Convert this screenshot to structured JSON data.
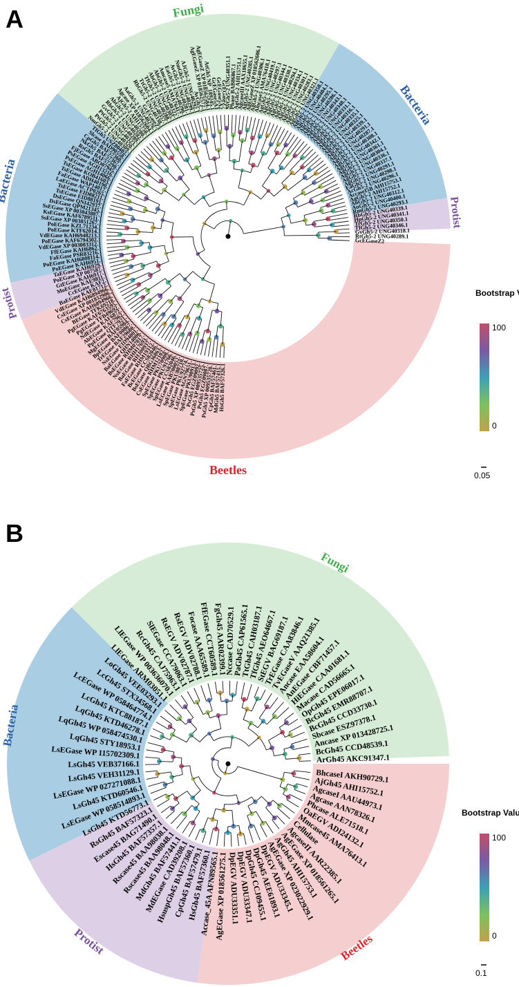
{
  "panel_a": {
    "label": "A",
    "groups": [
      {
        "name": "Fungi",
        "color": "#3fb04a",
        "bg": "#d6ecd6"
      },
      {
        "name": "Bacteria",
        "color": "#2f62a8",
        "bg": "#a9cde3"
      },
      {
        "name": "Protist",
        "color": "#7a4fa0",
        "bg": "#ddd0e6"
      },
      {
        "name": "Beetles",
        "color": "#e0232a",
        "bg": "#f5cfcf"
      }
    ],
    "scale_label": "0.05",
    "legend": {
      "title": "Bootstrap Value",
      "max": "100",
      "min": "0"
    },
    "leaves_right": [
      "AtGh5 NP_189245.1",
      "GcEGase5A1",
      "GcEGase5A2",
      "GcEGaseZ7",
      "SvGh5-2 UNG40351.1",
      "Phase BAB86867.1",
      "AgGh5-2 AHI15751.1",
      "AgcaseIII AAX18655.1",
      "AgGh5-2 UNG40285.1",
      "AgEGaseZ XP 018562606.1",
      "AgGh5-2 UNG40306.1",
      "Amcase5 AMA76418.1",
      "AgGh5-2 UNG40419.1",
      "AgGh5-2 UNG40297.1",
      "AgGh5-2 UNG40344.1",
      "AgGh5-2 UNG40330.1",
      "AgGh5-2 UNG40294.1",
      "AgGh5-2 UNG40334.1",
      "AgGh5-2 UNG40301.1",
      "AgGh5-2 UNG40283.1",
      "AgGh5-2 UNG40321.1",
      "AgGh5-2 UNG40358.1",
      "AgGh5-2 UNG40404.1",
      "AgGh5-2 UNG40295.1",
      "AgGh5-2 UNG40286.1",
      "AgGh5-2 UNG40343.1",
      "AgGh5-2 UNG40348.1",
      "AgGh5-2 UNG40331.1",
      "AgGh5-2 UNG40316.1",
      "AgGh5-2 UNG40335.1",
      "AgGh5-2 UNG40325.1",
      "AgGh5-2 UNG40339.1",
      "AgGh5-2 UNG40291.1",
      "AgGh5-2 UNG40287.1",
      "AgGh5-2 UNG40308.1",
      "AgGh5-2 UNG40342.1",
      "AgGh5-2 UNG40361.1",
      "AgGh5-2 UNG40304.1",
      "AgGh5-2 UNG40336.1",
      "AgGh5-2 UNG40337.1",
      "AgGh5-2 UNG40291.1",
      "EaGh5-2 UNG40298.1",
      "AcGh5-2 UNG40296.1",
      "AccaseI5B AHI15753.1",
      "AgGh5-2 AHI15752.1",
      "AnGh5-2 UNG40312.1",
      "AuGh5-2 UNG40400.1",
      "RmGh5-2 UNG40293.1",
      "RbGh5-2 UNG40339.1",
      "HpGh5-2 UNG40341.1",
      "TrGh5-2 UNG40350.1",
      "TfGh5-2 UNG40346.1",
      "GvGh5-2 UNG40318.1",
      "RtGh5-2 UNG40289.1",
      "GcEGaseZ2"
    ],
    "leaves_left": [
      "AgEGaseZ XP 018562584.1",
      "AgEGaseZ XP 018562572.1",
      "AvGh5-2",
      "AJGh5-2 UNG40292.1",
      "NmGh5-2 UNG40299.1",
      "AvGh5-2 UNG40281.1",
      "EaGh5-2 UNG40290.1",
      "Amcase5 AMA76417.1",
      "AbGh5-2 UNG40322.1",
      "AbGh5-2 UNG40305.1",
      "TfGh5-2 UNG40288.1",
      "TtGh5-2 UNG40357.1",
      "RbGh5-2 UNG40338.1",
      "GcEGaseZ3",
      "AaGh5-2 UNG40276.1",
      "Agcase XP 018562604.1",
      "AjGh5-2 AHI15750.1",
      "AbGh5-2 UNG40280.1",
      "RbGh5-2 UNG40282.1",
      "GvGh5-2 UNG40289.1",
      "PtGh5-2 UNG40323.1",
      "PtGh5-2 UNG40320.1",
      "NmGh5-2 UNG40309.1",
      "TfGh5 USZ80402.1",
      "Slcase BAD90558.1",
      "CpGh5 BAF57360.1",
      "NkGh5 BAF57367.1",
      "RsGh5 BAF57290.1",
      "FjEGase ABO07945.1",
      "PsEGase AGH13216.1",
      "PsEGase AGH14066.1",
      "TsEGase KOB41603.1",
      "TsEGase ADH40190.1",
      "FaEGase WAP14017.1",
      "LaEGase ACTP0265.1",
      "TsEGase EID88211.1",
      "TsEGase EID88191.1",
      "DsEGase QNI42937.1",
      "DsEGase QPM21345.1",
      "SsEGase XP 003843887.1",
      "KsEGase KAF6789511.1",
      "SsEGase XP 003851267.1",
      "PoEGase KZL71234.1",
      "PoEGase KTF62014.1",
      "VdEGase KAH6948213.1",
      "PoEGase KAF6794302.1",
      "VdEGase XP 003003312.1",
      "FfEGase KAH6862.1",
      "FaEGase PSR83216.1",
      "PoEGase KAH6808114.1",
      "PoEGase KAH6951.1",
      "TaEGase KAH6929.1",
      "PoEGase XP 007587.1",
      "GtEGase KAH6917.1",
      "MoEGase KAE9811.1",
      "CcEGase KAF2.1",
      "BaEGase KAE81712.1",
      "VdEGase KAH6894966.1",
      "CsEGase XP 001832906.2",
      "CsEGase KAH6894966.1",
      "BEGase TFK69218.1",
      "PgEGase KAF6763595.1",
      "PgEGase TFB49692.1",
      "NdEGase KAF6872.1",
      "AbEGase KAF7962.1",
      "PpEGase QTF7921.1",
      "MgEGase BAF05984.1",
      "BpEGase BAF00867.1",
      "TrEGase BAF29680.1",
      "NsEGase EID94001.1",
      "BaEGase QHN14006.1",
      "BsEGase RHM07817.1",
      "NsEGase RHH17693.1",
      "BaEGase RHJ00937.1",
      "FaEGase RHM19312.1",
      "BcEGase CCS82046.1",
      "BsEGase QBG36863.1",
      "CsEGase RHM12102.1",
      "SpEGase PKU70908.1",
      "SpEGase PKU91766.1",
      "SpEGase CCS82046.1",
      "LsEGase KAB700052.1",
      "SpEGase PKU88710.1",
      "SpEGase PKU92774.1",
      "LsEGase AGN79651.1",
      "SpEGase PKU90913.1",
      "PsGh5 EGZ09092.1",
      "PsGh5 XP 009535725.1",
      "PsGh5 EGZ09087.1",
      "PsGh5 XP 009535720.1",
      "CpGh5 BAF57461.1",
      "MdGh5 BAF57415.1",
      "HsGh5 BAF57326.1"
    ]
  },
  "panel_b": {
    "label": "B",
    "groups": [
      {
        "name": "Fungi",
        "color": "#3fb04a",
        "bg": "#d6ecd6"
      },
      {
        "name": "Bacteria",
        "color": "#2f62a8",
        "bg": "#a9cde3"
      },
      {
        "name": "Protist",
        "color": "#7a4fa0",
        "bg": "#ddd0e6"
      },
      {
        "name": "Beetles",
        "color": "#e0232a",
        "bg": "#f5cfcf"
      }
    ],
    "scale_label": "0.1",
    "legend": {
      "title": "Bootstrap Value",
      "max": "100",
      "min": "0"
    },
    "leaves": [
      "ArGh45 AKC91347.1",
      "BcGh45 CCD48539.1",
      "Ancase XP 013428725.1",
      "Sbcase ESZ97378.1",
      "BcGh45 CCD33730.1",
      "BcGh45 EMR88707.1",
      "OpGh45 EPE06017.1",
      "Macase CAD56665.1",
      "HiEGase CAA01681.1",
      "AnEGase CBF71457.1",
      "Ancase EAA58604.1",
      "TvEGaseV AAQ21385.1",
      "TrEGase CAA83846.1",
      "StEGV BAG69187.1",
      "TfGh45 AEO64667.1",
      "TtGh45 CAH03187.1",
      "PaGh45 CAP61565.1",
      "Nccase CAD70529.1",
      "FgGh45 AAR02399.1",
      "FfEGase CCT60589.1",
      "Focase AAA65589.1",
      "RsEGV ADV02788.1",
      "RsEGV ADV02787.1",
      "SlEGase CCA79063.1",
      "RcGh45 CAJ75963.1",
      "LlEGase WP 003636070.1",
      "LlEGase ARM03051.1",
      "LoGh45 VEE03293.1",
      "LcGh45 STX34568.1",
      "LcEGase WP 058464774.1",
      "LcGh45 KTC88187.1",
      "LqGh45 KTD46278.1",
      "LqGh45 WP 058474530.1",
      "LqGh45 STY18953.1",
      "LsEGase WP 115702309.1",
      "LsGh45 VEB37166.1",
      "LsGh45 VEH31129.1",
      "LsEGase WP 027271088.1",
      "LsGh45 KTD60546.1",
      "LsEGase WP 058514893.1",
      "LsGh45 KTD56773.1",
      "RsGh45 BAF57323.1",
      "Escase45 BAG71490.1",
      "HsGh45 BAF57357.1",
      "Rscase45 BAA98038.1",
      "Rscase45 BAA98048.1",
      "MdGh45 BAF57441.1",
      "MdEGase CAD39208.1",
      "HsuspGh45 BAF57360.1",
      "CpGh45 BAF57479.1",
      "HsGh45 BAF57360.1",
      "Accase_45A AFN89565.1",
      "AgEGase XP 018561275.1",
      "DpEGV ADU33351.1",
      "DpEGV ADU33347.1",
      "DpGh45 CCJ09455.1",
      "DpGh45 AEE61893.1",
      "DpEGV ADU33345.1",
      "AgEGase XP 023022929.1",
      "AgGh45 AHI15753.1",
      "AgEGase XP 018561265.1",
      "AgcaseII AAR22385.1",
      "Cellulase",
      "Mmcase45 AMA76413.1",
      "OaEGV ADI24132.1",
      "Phcase ALE71518.1",
      "Agcase AAN78326.1",
      "AgcaseI AAU44973.1",
      "AjGh45 AHI15752.1",
      "BhcaseI AKH90729.1"
    ]
  }
}
